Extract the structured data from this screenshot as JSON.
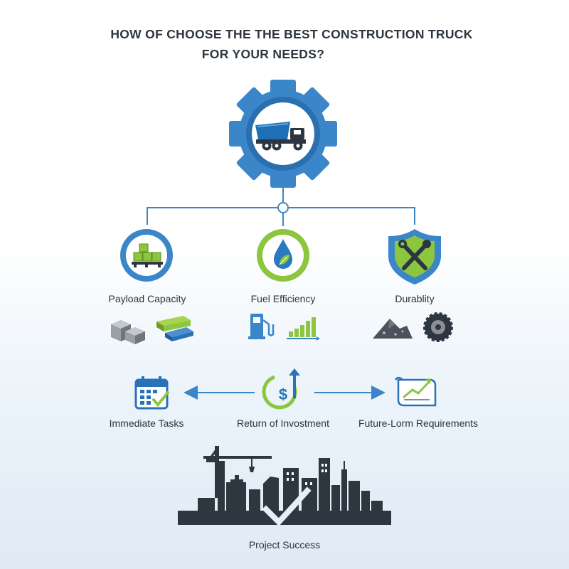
{
  "title": {
    "line1": "HOW OF CHOOSE THE THE BEST CONSTRUCTION TRUCK",
    "line2": "FOR YOUR NEEDS?"
  },
  "factors": [
    {
      "label": "Payload Capacity",
      "icon": "pallet-boxes-icon"
    },
    {
      "label": "Fuel Efficiency",
      "icon": "fuel-drop-leaf-icon"
    },
    {
      "label": "Durablity",
      "icon": "shield-wrench-icon"
    }
  ],
  "timeline": [
    {
      "label": "Immediate Tasks",
      "icon": "calendar-check-icon"
    },
    {
      "label": "Return of Invostment",
      "icon": "dollar-arrow-icon"
    },
    {
      "label": "Future-Lorm Requirements",
      "icon": "chart-document-icon"
    }
  ],
  "outcome": {
    "label": "Project Success",
    "icon": "city-skyline-icon"
  },
  "colors": {
    "blue": "#3a86c8",
    "dark_blue": "#2461a1",
    "green": "#8cc63f",
    "dark": "#2e3640",
    "gray": "#8a9096"
  }
}
